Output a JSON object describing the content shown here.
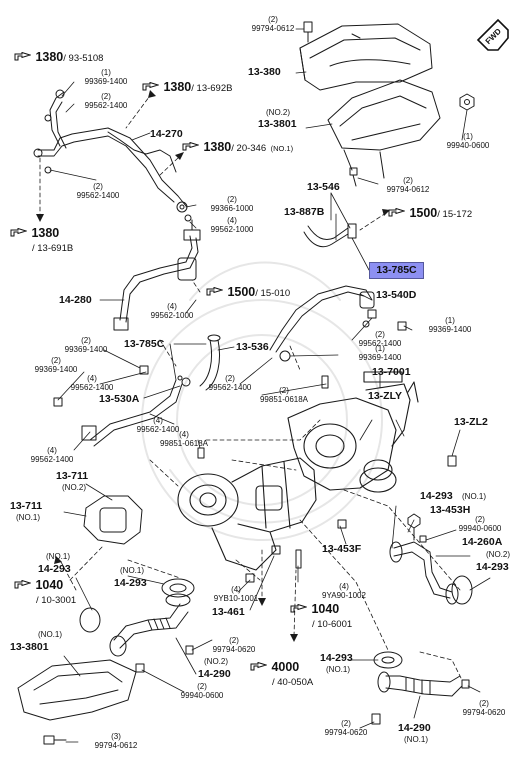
{
  "diagram": {
    "fwd_label": "FWD",
    "highlight": "13-785C",
    "refs": [
      {
        "id": "r1380a",
        "num": "1380",
        "page": "/ 93-5108",
        "sub": ""
      },
      {
        "id": "r1380b",
        "num": "1380",
        "page": "/ 13-692B",
        "sub": ""
      },
      {
        "id": "r1380c",
        "num": "1380",
        "page": "/ 20-346",
        "sub": "(NO.1)"
      },
      {
        "id": "r1380d",
        "num": "1380",
        "page": "/ 13-691B",
        "sub": ""
      },
      {
        "id": "r1500a",
        "num": "1500",
        "page": "/ 15-172",
        "sub": ""
      },
      {
        "id": "r1500b",
        "num": "1500",
        "page": "/ 15-010",
        "sub": ""
      },
      {
        "id": "r1040a",
        "num": "1040",
        "page": "/ 10-3001",
        "sub": ""
      },
      {
        "id": "r1040b",
        "num": "1040",
        "page": "/ 10-6001",
        "sub": ""
      },
      {
        "id": "r4000",
        "num": "4000",
        "page": "/ 40-050A",
        "sub": ""
      }
    ],
    "labels": {
      "p99794_0612_top_q": "(2)",
      "p99794_0612_top": "99794-0612",
      "p13_380": "13-380",
      "p99369_1400_a_q": "(1)",
      "p99369_1400_a": "99369-1400",
      "p99562_1400_a_q": "(2)",
      "p99562_1400_a": "99562-1400",
      "p14_270": "14-270",
      "p13_3801_no2": "(NO.2)",
      "p13_3801_top": "13-3801",
      "p99940_0600_a_q": "(1)",
      "p99940_0600_a": "99940-0600",
      "p99794_0612_b_q": "(2)",
      "p99794_0612_b": "99794-0612",
      "p99562_1400_b_q": "(2)",
      "p99562_1400_b": "99562-1400",
      "p99366_1000_q": "(2)",
      "p99366_1000": "99366-1000",
      "p99562_1000_a_q": "(4)",
      "p99562_1000_a": "99562-1000",
      "p13_546": "13-546",
      "p13_887b": "13-887B",
      "p14_280": "14-280",
      "p99562_1000_b_q": "(4)",
      "p99562_1000_b": "99562-1000",
      "p13_540d": "13-540D",
      "p99369_1400_b_q": "(1)",
      "p99369_1400_b": "99369-1400",
      "p99369_1400_c_q": "(2)",
      "p99369_1400_c": "99369-1400",
      "p13_785c_left": "13-785C",
      "p99369_1400_d_q": "(2)",
      "p99369_1400_d": "99369-1400",
      "p99562_1400_c_q": "(4)",
      "p99562_1400_c": "99562-1400",
      "p13_536": "13-536",
      "p99562_1400_d_q": "(2)",
      "p99562_1400_d": "99562-1400",
      "p99369_1400_e_q": "(1)",
      "p99369_1400_e": "99369-1400",
      "p99562_1400_e_q": "(2)",
      "p99562_1400_e": "99562-1400",
      "p13_7001": "13-7001",
      "p13_530a": "13-530A",
      "p99562_1400_f_q": "(4)",
      "p99562_1400_f": "99562-1400",
      "p99851_0618a_a_q": "(2)",
      "p99851_0618a_a": "99851-0618A",
      "p13_zly": "13-ZLY",
      "p99851_0618a_b_q": "(4)",
      "p99851_0618a_b": "99851-0618A",
      "p13_zl2": "13-ZL2",
      "p99562_1400_g_q": "(4)",
      "p99562_1400_g": "99562-1400",
      "p13_711_top": "13-711",
      "p13_711_top_no": "(NO.2)",
      "p13_711_mid": "13-711",
      "p13_711_mid_no": "(NO.1)",
      "p14_293_a": "14-293",
      "p14_293_a_no": "(NO.1)",
      "p13_453h": "13-453H",
      "p99940_0600_b_q": "(2)",
      "p99940_0600_b": "99940-0600",
      "p14_260a": "14-260A",
      "p14_293_b_no": "(NO.2)",
      "p14_293_b": "14-293",
      "p13_453f": "13-453F",
      "p14_293_c_no": "(NO.1)",
      "p14_293_c": "14-293",
      "p14_293_d_no": "(NO.1)",
      "p14_293_d": "14-293",
      "p9yb10_q": "(4)",
      "p9yb10": "9YB10-1001",
      "p9ya90_q": "(4)",
      "p9ya90": "9YA90-1002",
      "p13_461": "13-461",
      "p13_3801_bot_no": "(NO.1)",
      "p13_3801_bot": "13-3801",
      "p99794_0620_a_q": "(2)",
      "p99794_0620_a": "99794-0620",
      "p14_290_a_no": "(NO.2)",
      "p14_290_a": "14-290",
      "p99940_0600_c_q": "(2)",
      "p99940_0600_c": "99940-0600",
      "p14_293_e": "14-293",
      "p14_293_e_no": "(NO.1)",
      "p99794_0620_b_q": "(2)",
      "p99794_0620_b": "99794-0620",
      "p99794_0612_c_q": "(3)",
      "p99794_0612_c": "99794-0612",
      "p99794_0620_c_q": "(2)",
      "p99794_0620_c": "99794-0620",
      "p14_290_b": "14-290",
      "p14_290_b_no": "(NO.1)"
    }
  }
}
